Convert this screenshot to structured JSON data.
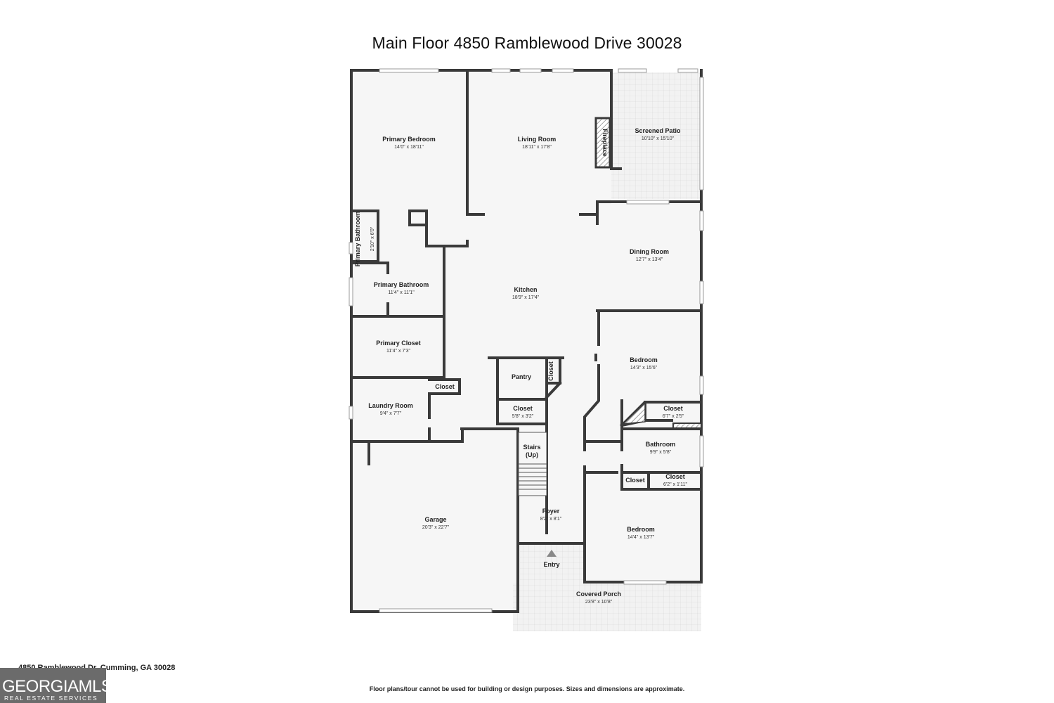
{
  "header": {
    "title": "Main Floor  4850 Ramblewood Drive 30028"
  },
  "rooms": [
    {
      "id": "primary-bedroom",
      "name": "Primary Bedroom",
      "dim": "14'0\" x 18'11\""
    },
    {
      "id": "living-room",
      "name": "Living Room",
      "dim": "18'11\" x 17'8\""
    },
    {
      "id": "screened-patio",
      "name": "Screened Patio",
      "dim": "10'10\" x 15'10\""
    },
    {
      "id": "primary-bathroom-small",
      "name": "Primary Bathroom",
      "dim": "2'10\" x 6'0\""
    },
    {
      "id": "dining-room",
      "name": "Dining Room",
      "dim": "12'7\" x 13'4\""
    },
    {
      "id": "primary-bathroom",
      "name": "Primary Bathroom",
      "dim": "11'4\" x 11'1\""
    },
    {
      "id": "kitchen",
      "name": "Kitchen",
      "dim": "18'9\" x 17'4\""
    },
    {
      "id": "primary-closet",
      "name": "Primary Closet",
      "dim": "11'4\" x 7'3\""
    },
    {
      "id": "bedroom-upper",
      "name": "Bedroom",
      "dim": "14'3\" x 15'6\""
    },
    {
      "id": "pantry",
      "name": "Pantry",
      "dim": ""
    },
    {
      "id": "laundry-room",
      "name": "Laundry Room",
      "dim": "9'4\" x 7'7\""
    },
    {
      "id": "closet-hall",
      "name": "Closet",
      "dim": "5'8\" x 3'2\""
    },
    {
      "id": "closet-bed-upper",
      "name": "Closet",
      "dim": "6'7\" x 2'5\""
    },
    {
      "id": "bathroom",
      "name": "Bathroom",
      "dim": "9'9\" x 5'8\""
    },
    {
      "id": "closet-bath-right",
      "name": "Closet",
      "dim": "6'2\" x 1'11\""
    },
    {
      "id": "foyer",
      "name": "Foyer",
      "dim": "8'2\" x 8'1\""
    },
    {
      "id": "garage",
      "name": "Garage",
      "dim": "20'3\" x 22'7\""
    },
    {
      "id": "bedroom-lower",
      "name": "Bedroom",
      "dim": "14'4\" x 13'7\""
    },
    {
      "id": "covered-porch",
      "name": "Covered Porch",
      "dim": "23'8\" x 10'8\""
    }
  ],
  "labels": {
    "fireplace": "Fireplace",
    "closet_laundry": "Closet",
    "closet_pantry": "Closet",
    "closet_bath_left": "Closet",
    "stairs_1": "Stairs",
    "stairs_2": "(Up)",
    "entry": "Entry"
  },
  "footer": {
    "address": "4850 Ramblewood Dr, Cumming, GA 30028",
    "disclaimer": "Floor plans/tour cannot be used for building or design purposes. Sizes and dimensions are approximate."
  },
  "logo": {
    "main": "GEORGIAMLS",
    "sub": "REAL ESTATE SERVICES"
  },
  "colors": {
    "wall": "#3a3a3a",
    "floor": "#f5f5f5",
    "hatch": "#888888"
  }
}
